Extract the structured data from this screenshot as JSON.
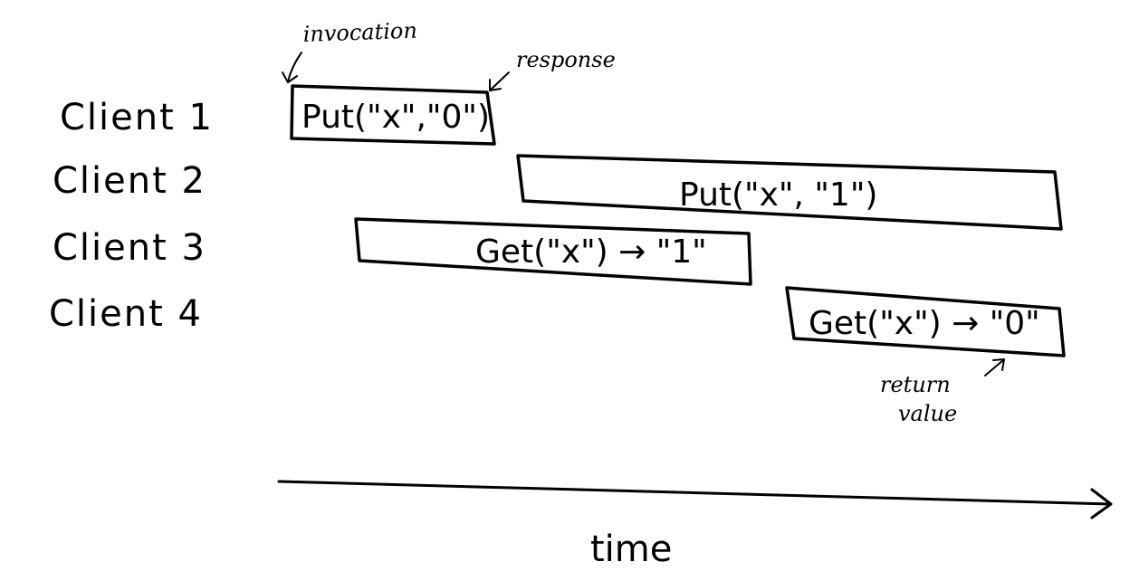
{
  "clients": [
    {
      "label": "Client 1"
    },
    {
      "label": "Client 2"
    },
    {
      "label": "Client 3"
    },
    {
      "label": "Client 4"
    }
  ],
  "operations": [
    {
      "client": "Client 1",
      "text": "Put(\"x\",\"0\")"
    },
    {
      "client": "Client 2",
      "text": "Put(\"x\", \"1\")"
    },
    {
      "client": "Client 3",
      "text": "Get(\"x\") → \"1\""
    },
    {
      "client": "Client 4",
      "text": "Get(\"x\") → \"0\""
    }
  ],
  "annotations": {
    "invocation": "invocation",
    "response": "response",
    "return_line1": "return",
    "return_line2": "value"
  },
  "axis": {
    "label": "time"
  }
}
